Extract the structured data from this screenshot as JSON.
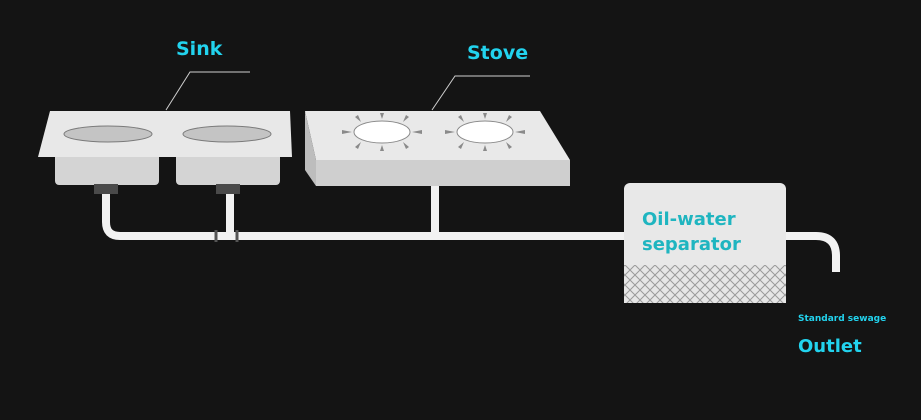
{
  "labels": {
    "sink": "Sink",
    "stove": "Stove",
    "separator": "Oil-water\nseparator",
    "sewage_note": "Standard sewage",
    "outlet": "Outlet"
  },
  "colors": {
    "background": "#141414",
    "label_accent": "#22d3ee",
    "separator_text": "#1fb5c0",
    "appliance_fill": "#e8e8e8",
    "pipe": "#f2f2f2"
  },
  "icons": [
    "sink-basin-icon",
    "stove-burner-icon",
    "hatch-filter-icon"
  ]
}
